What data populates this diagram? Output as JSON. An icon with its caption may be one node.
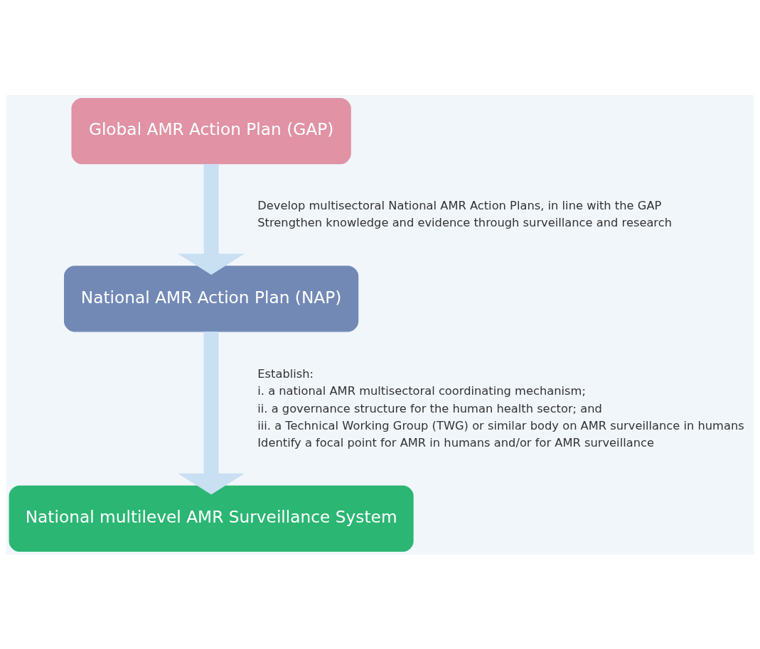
{
  "diagram": {
    "nodes": [
      {
        "text": [
          "Global AMR Action Plan (GAP)"
        ]
      },
      {
        "text": [
          "National AMR Action Plan (NAP)"
        ]
      },
      {
        "text": [
          "National multilevel AMR Surveillance System"
        ]
      }
    ],
    "edges": [
      {
        "from": 0,
        "to": 1,
        "arrow": "to"
      },
      {
        "from": 1,
        "to": 2,
        "arrow": "to"
      }
    ],
    "labels": [
      "Develop multisectoral National AMR Action Plans, in line with the GAP",
      "Strengthen knowledge and evidence through surveillance and research",
      "Establish:",
      "i. a national AMR multisectoral coordinating mechanism;",
      "ii. a governance structure for the human health sector; and",
      "iii. a Technical Working Group (TWG) or similar body on AMR surveillance in humans",
      "Identify a focal point for AMR in humans and/or for AMR surveillance"
    ]
  }
}
